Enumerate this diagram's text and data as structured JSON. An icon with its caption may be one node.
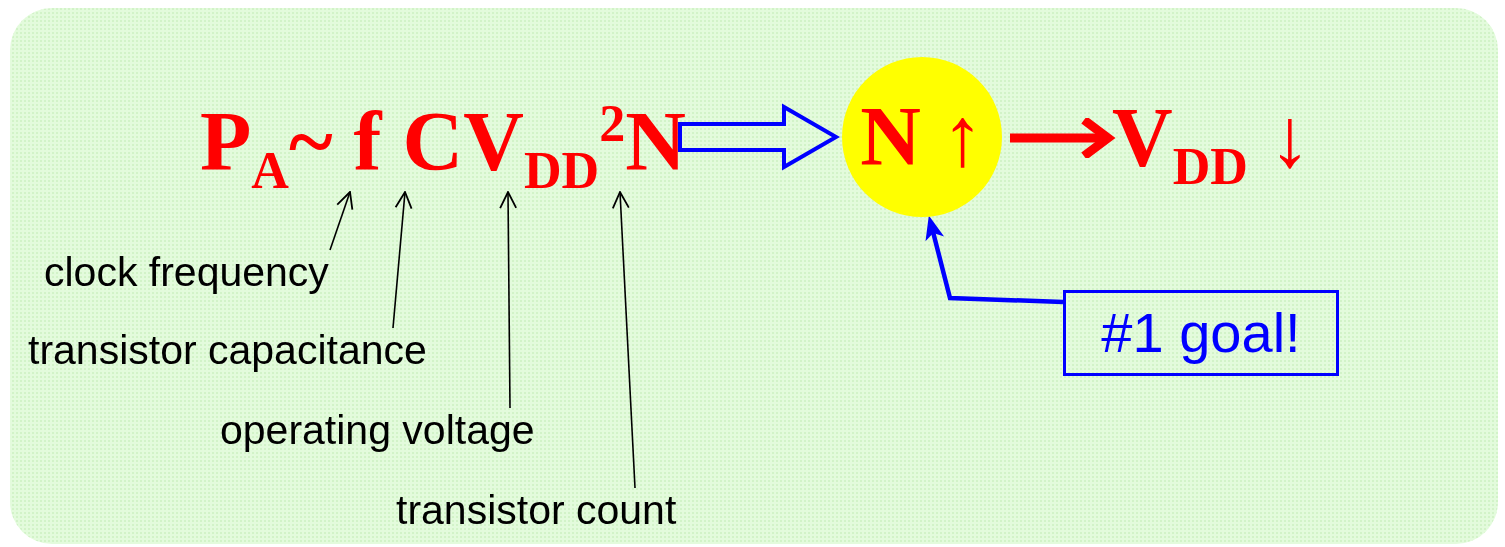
{
  "diagram": {
    "nodes": [
      {
        "text": [
          "P$_{A}$~ f CV$_{DD}$$^{2}$N"
        ]
      },
      {
        "text": [
          "N ↑"
        ]
      },
      {
        "text": [
          "V$_{DD}$ ↓"
        ]
      },
      {
        "text": [
          "#1 goal!"
        ]
      },
      {
        "text": [
          "clock frequency"
        ]
      },
      {
        "text": [
          "transistor capacitance"
        ]
      },
      {
        "text": [
          "operating voltage"
        ]
      },
      {
        "text": [
          "transistor count"
        ]
      }
    ],
    "edges": [
      {
        "from": 0,
        "to": 1,
        "arrow": "to",
        "style": "thick",
        "color": "#0000ff"
      },
      {
        "from": 1,
        "to": 2,
        "arrow": "to",
        "style": "thick",
        "color": "#ff0000"
      },
      {
        "from": 3,
        "to": 1,
        "arrow": "to",
        "style": "thick",
        "color": "#0000ff"
      },
      {
        "from": 4,
        "to": 0,
        "arrow": "to"
      },
      {
        "from": 5,
        "to": 0,
        "arrow": "to"
      },
      {
        "from": 6,
        "to": 0,
        "arrow": "to"
      },
      {
        "from": 7,
        "to": 0,
        "arrow": "to"
      }
    ]
  }
}
